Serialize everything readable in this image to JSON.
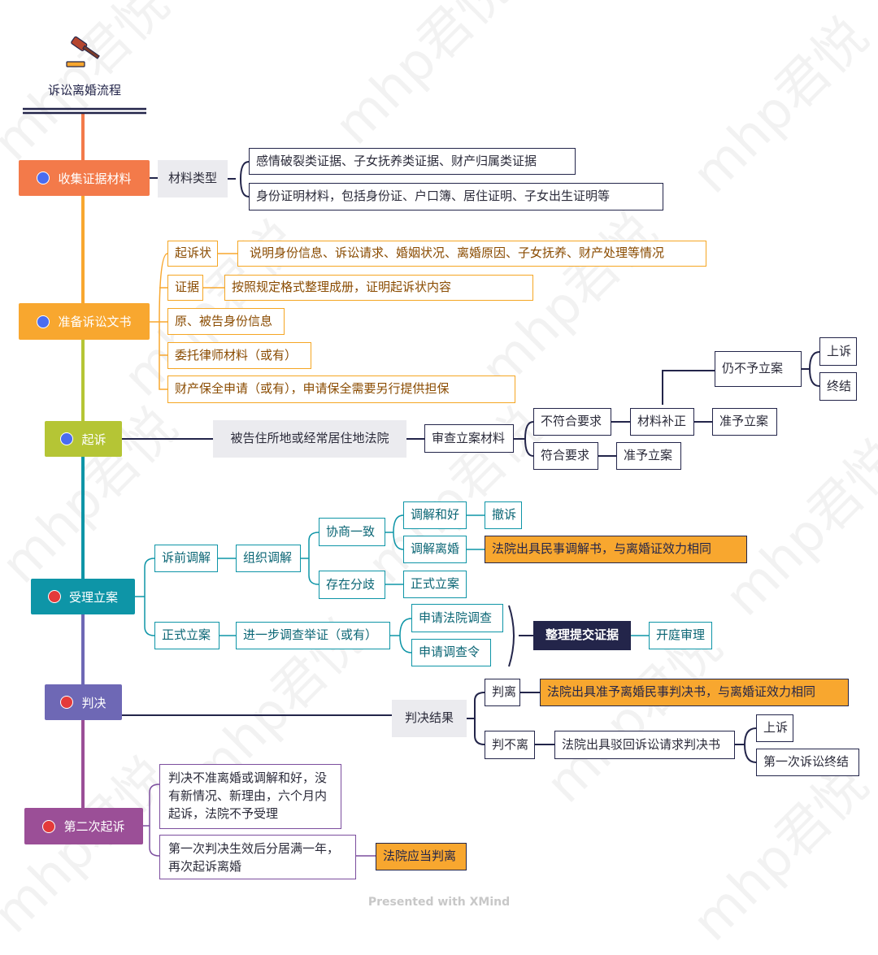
{
  "title": "诉讼离婚流程",
  "footer": "Presented with XMind",
  "watermark": "mhp君悦",
  "colors": {
    "step1": "#f37a4a",
    "step2": "#f8a72f",
    "step3": "#b5c535",
    "step4": "#0e95a7",
    "step5": "#6e68b5",
    "step6": "#9b4f97",
    "dot_blue": "#4a6cf0",
    "dot_red": "#e43a3a"
  },
  "steps": [
    {
      "label": "收集证据材料",
      "dot": "blue"
    },
    {
      "label": "准备诉讼文书",
      "dot": "blue"
    },
    {
      "label": "起诉",
      "dot": "blue"
    },
    {
      "label": "受理立案",
      "dot": "red"
    },
    {
      "label": "判决",
      "dot": "red"
    },
    {
      "label": "第二次起诉",
      "dot": "red"
    }
  ],
  "s1": {
    "type": "材料类型",
    "items": [
      "感情破裂类证据、子女抚养类证据、财产归属类证据",
      "身份证明材料，包括身份证、户口簿、居住证明、子女出生证明等"
    ]
  },
  "s2": {
    "qsz": "起诉状",
    "qsz_detail": "说明身份信息、诉讼请求、婚姻状况、离婚原因、子女抚养、财产处理等情况",
    "zj": "证据",
    "zj_detail": "按照规定格式整理成册，证明起诉状内容",
    "ident": "原、被告身份信息",
    "lawyer": "委托律师材料（或有）",
    "preserve": "财产保全申请（或有），申请保全需要另行提供担保"
  },
  "s3": {
    "court": "被告住所地或经常居住地法院",
    "review": "审查立案材料",
    "not_ok": "不符合要求",
    "supplement": "材料补正",
    "still_no": "仍不予立案",
    "appeal": "上诉",
    "end": "终结",
    "approve1": "准予立案",
    "ok": "符合要求",
    "approve2": "准予立案"
  },
  "s4": {
    "pre": "诉前调解",
    "org": "组织调解",
    "agree": "协商一致",
    "reconcile": "调解和好",
    "withdraw": "撤诉",
    "med_divorce": "调解离婚",
    "med_result": "法院出具民事调解书，与离婚证效力相同",
    "disagree": "存在分歧",
    "formal1": "正式立案",
    "formal2": "正式立案",
    "investigate": "进一步调查举证（或有）",
    "court_inv": "申请法院调查",
    "inv_order": "申请调查令",
    "submit": "整理提交证据",
    "trial": "开庭审理"
  },
  "s5": {
    "result": "判决结果",
    "divorce": "判离",
    "divorce_detail": "法院出具准予离婚民事判决书，与离婚证效力相同",
    "nodivorce": "判不离",
    "reject": "法院出具驳回诉讼请求判决书",
    "appeal": "上诉",
    "first_end": "第一次诉讼终结"
  },
  "s6": {
    "cond1": "判决不准离婚或调解和好，没有新情况、新理由，六个月内起诉，法院不予受理",
    "cond2": "第一次判决生效后分居满一年，再次起诉离婚",
    "should": "法院应当判离"
  }
}
